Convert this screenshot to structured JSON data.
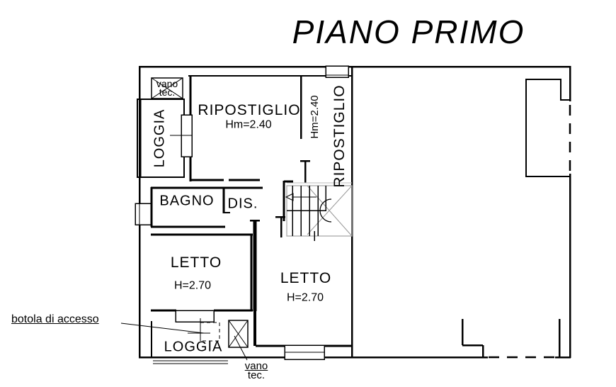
{
  "title": "PIANO PRIMO",
  "labels": {
    "loggia_top": "LOGGIA",
    "vano_tec_top_1": "vano",
    "vano_tec_top_2": "tec.",
    "ripostiglio": "RIPOSTIGLIO",
    "ripostiglio_h": "Hm=2.40",
    "stair_h": "Hm=2.40",
    "stair_room": "RIPOSTIGLIO",
    "bagno": "BAGNO",
    "dis": "DIS.",
    "letto_left": "LETTO",
    "letto_left_h": "H=2.70",
    "letto_right": "LETTO",
    "letto_right_h": "H=2.70",
    "loggia_bottom": "LOGGIA",
    "vano_tec_bottom_1": "vano",
    "vano_tec_bottom_2": "tec.",
    "botola": "botola di accesso"
  },
  "colors": {
    "ink": "#000000",
    "stair_outline": "#aaaaaa",
    "background": "#ffffff"
  }
}
